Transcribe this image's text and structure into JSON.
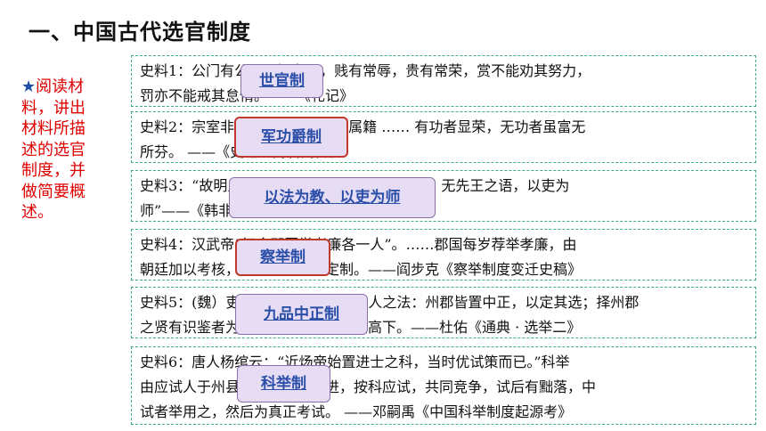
{
  "title": "一、中国古代选官制度",
  "prompt": {
    "star": "★",
    "text": "阅读材料，讲出材料所描述的选官制度，并做简要概述。"
  },
  "passages": [
    {
      "line1": "史料1：公门有公，卿门有卿，贱有常辱，贵有常荣，赏不能劝其努力，",
      "line2": "罚亦不能戒其怠惰。——《礼记》"
    },
    {
      "line1": "史料2：宗室非有军功论，不得为属籍 …… 有功者显荣，无功者虽富无",
      "line2": "所芬。 ——《史记 · 商君列传》"
    },
    {
      "line1": "史料3：“故明主之国，无书简之文，以法为教；无先王之语，以吏为",
      "line2": "师”——《韩非子》"
    },
    {
      "line1": "史料4：汉武帝“初令郡国举孝廉各一人”。……郡国每岁荐举孝廉，由",
      "line2": "朝廷加以考核，授以官，成为定制。——阎步克《察举制度变迁史稿》"
    },
    {
      "line1": "史料5：(魏）吏部尚书陈群立九品官人之法：州郡皆置中正，以定其选；择州郡",
      "line2": "之贤有识鉴者为之，区别人物，第其高下。——杜佑《通典 · 选举二》"
    },
    {
      "line1": "史料6：唐人杨绾云：“近炀帝始置进士之科，当时优试策而已。”科举",
      "line2": "由应试人于州县报名，投牒自进，按科应试，共同竞争，试后有黜落，中",
      "line3": "试者举用之，然后为真正考试。 ——邓嗣禹《中国科举制度起源考》"
    }
  ],
  "tags": [
    {
      "label": "世官制"
    },
    {
      "label": "军功爵制"
    },
    {
      "label": "以法为教、以吏为师"
    },
    {
      "label": "察举制"
    },
    {
      "label": "九品中正制"
    },
    {
      "label": "科举制"
    }
  ]
}
